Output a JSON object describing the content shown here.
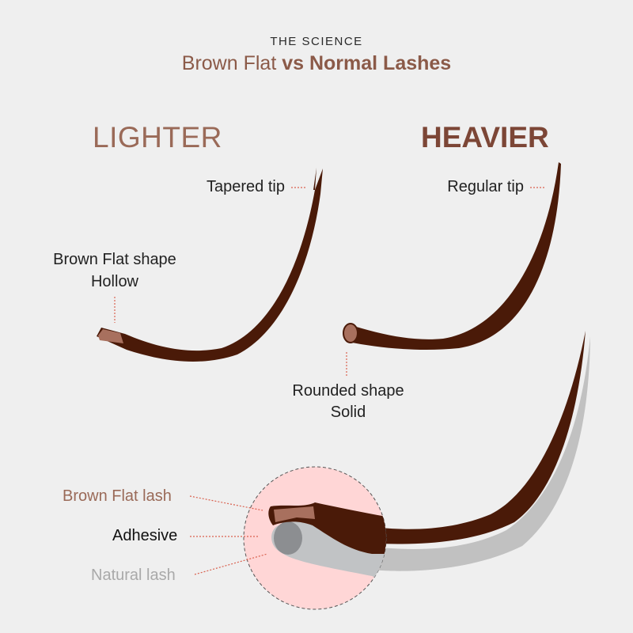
{
  "header": {
    "kicker": "THE SCIENCE",
    "title_part1": "Brown Flat",
    "title_part2": "vs Normal Lashes"
  },
  "left": {
    "heading": "LIGHTER",
    "tip_label": "Tapered tip",
    "shape_label_1": "Brown Flat shape",
    "shape_label_2": "Hollow"
  },
  "right": {
    "heading": "HEAVIER",
    "tip_label": "Regular tip",
    "shape_label_1": "Rounded shape",
    "shape_label_2": "Solid"
  },
  "detail": {
    "brown_flat_lash": "Brown Flat lash",
    "adhesive": "Adhesive",
    "natural_lash": "Natural lash"
  },
  "colors": {
    "lash": "#4a1a08",
    "lash_cut": "#a8705e",
    "adhesive": "#ffd6d6",
    "natural": "#c1c3c5",
    "accent": "#8b5a48"
  }
}
